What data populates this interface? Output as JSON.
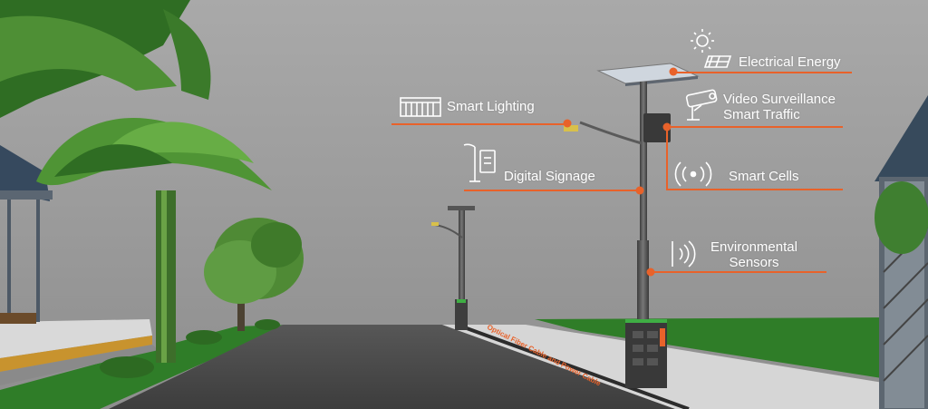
{
  "colors": {
    "accent": "#e8622a",
    "label_text": "#ffffff",
    "sky": "#a6a6a6",
    "grass": "#2f7d28",
    "road": "#4a4a4a"
  },
  "labels": {
    "electrical_energy": "Electrical Energy",
    "smart_lighting": "Smart Lighting",
    "video_surveillance": "Video Surveillance",
    "smart_traffic": "Smart Traffic",
    "digital_signage": "Digital Signage",
    "smart_cells": "Smart Cells",
    "environmental": "Environmental",
    "sensors": "Sensors"
  },
  "cable_text": "Optical Fiber Cable and Power Cable",
  "icons": [
    "sun-icon",
    "solar-panel-icon",
    "led-light-icon",
    "camera-icon",
    "signage-icon",
    "antenna-icon",
    "sensor-icon"
  ]
}
